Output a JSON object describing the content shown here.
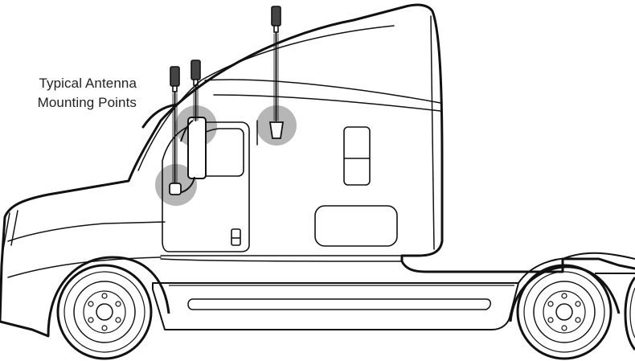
{
  "caption": {
    "line1": "Typical Antenna",
    "line2": "Mounting Points"
  },
  "colors": {
    "outline": "#111111",
    "highlight": "#9e9e9e",
    "antenna": "#444444",
    "background": "#ffffff"
  },
  "mounting_points": [
    {
      "name": "roof-fairing-mount"
    },
    {
      "name": "mirror-top-mount"
    },
    {
      "name": "mirror-bottom-mount"
    }
  ]
}
